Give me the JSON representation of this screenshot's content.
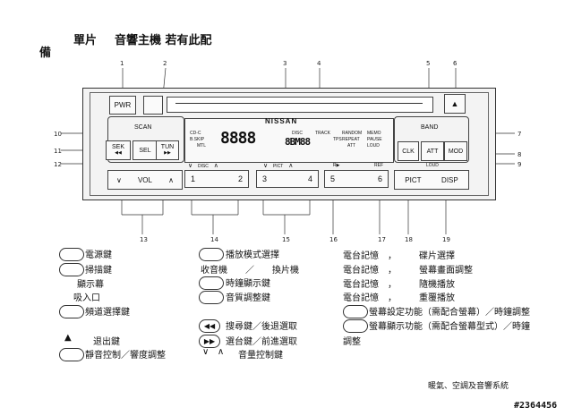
{
  "header": {
    "section_label": "單片",
    "title": "音響主機 若有此配",
    "title_cont": "備"
  },
  "callouts": [
    "1",
    "2",
    "3",
    "4",
    "5",
    "6",
    "7",
    "8",
    "9",
    "10",
    "11",
    "12",
    "13",
    "14",
    "15",
    "16",
    "17",
    "18",
    "19"
  ],
  "radio": {
    "pwr": "PWR",
    "eject_glyph": "▲",
    "brand": "NISSAN",
    "scan": "SCAN",
    "band": "BAND",
    "sek": "SEK",
    "sek_sub": "◀◀",
    "sel": "SEL",
    "tun": "TUN",
    "tun_sub": "▶▶",
    "clk": "CLK",
    "att": "ATT",
    "mod": "MOD",
    "vol": "VOL",
    "vol_down": "∨",
    "vol_up": "∧",
    "disc_label": "DISC",
    "pict_label": "PICT",
    "rew_label": "R▶",
    "ref_label": "REF",
    "loud_label": "LOUD",
    "p1": "1",
    "p2": "2",
    "p3": "3",
    "p4": "4",
    "p5": "5",
    "p6": "6",
    "pict": "PICT",
    "disp": "DISP",
    "display": {
      "cdc": "CD-C",
      "bskip": "B.SKIP",
      "mtl": "MTL",
      "disc": "DISC",
      "track": "TRACK",
      "random": "RANDOM",
      "memo": "MEMO",
      "repeat": "REPEAT",
      "pause": "PAUSE",
      "tps": "TPS",
      "att": "ATT",
      "loud": "LOUD",
      "digits": "8888",
      "digits2": "8BM88"
    }
  },
  "legend_left": [
    "電源鍵",
    "掃描鍵",
    "顯示幕",
    "吸入口",
    "頻道選擇鍵"
  ],
  "legend_left_bottom": [
    "退出鍵",
    "靜音控制／響度調整"
  ],
  "legend_mid": [
    "播放模式選擇",
    "收音機　　／　　換片機",
    "時鐘顯示鍵",
    "音質調整鍵",
    "搜尋鍵／後退選取",
    "選台鍵／前進選取",
    "音量控制鍵"
  ],
  "legend_right": [
    "電台記憶　，　　　碟片選擇",
    "電台記憶　，　　　螢幕畫面調整",
    "電台記憶　，　　　隨機播放",
    "電台記憶　，　　　重覆播放",
    "螢幕設定功能（需配合螢幕）／時鐘調整",
    "螢幕顯示功能（需配合螢幕型式）／時鐘",
    "調整"
  ],
  "footer": {
    "section": "暖氣、空調及音響系統",
    "code": "#2364456"
  }
}
